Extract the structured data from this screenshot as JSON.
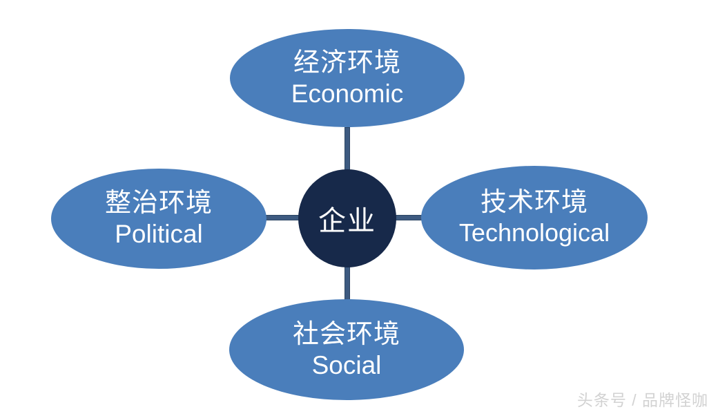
{
  "diagram": {
    "type": "pest-analysis",
    "background_color": "#ffffff",
    "node_color": "#4a7ebb",
    "center_color": "#17294a",
    "connector_color": "#3d5a80",
    "text_color": "#ffffff",
    "center": {
      "cn": "企业",
      "en": ""
    },
    "nodes": [
      {
        "key": "economic",
        "cn": "经济环境",
        "en": "Economic",
        "position": "top"
      },
      {
        "key": "political",
        "cn": "整治环境",
        "en": "Political",
        "position": "left"
      },
      {
        "key": "technological",
        "cn": "技术环境",
        "en": "Technological",
        "position": "right"
      },
      {
        "key": "social",
        "cn": "社会环境",
        "en": "Social",
        "position": "bottom"
      }
    ]
  },
  "watermark": {
    "text": "头条号 / 品牌怪咖",
    "color": "#d2d2d2"
  }
}
